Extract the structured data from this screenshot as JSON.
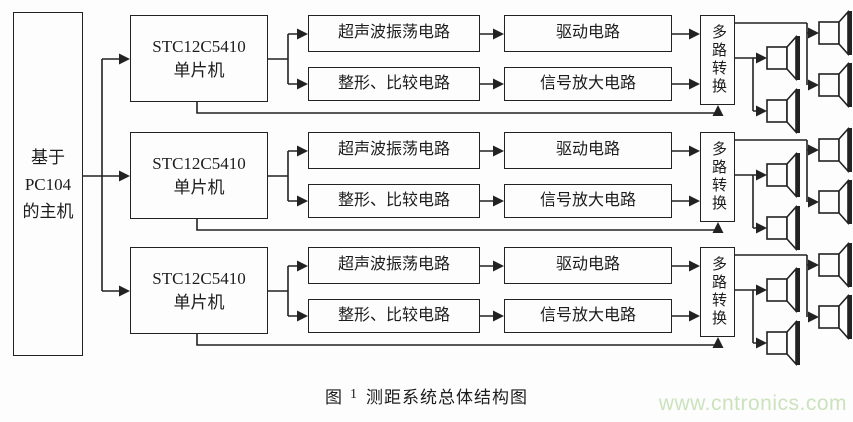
{
  "diagram": {
    "host": {
      "lines": [
        "基于",
        "PC104",
        "的主机"
      ]
    },
    "rows": [
      {
        "mcu_line1": "STC12C5410",
        "mcu_line2": "单片机",
        "oscillator": "超声波振荡电路",
        "shaping": "整形、比较电路",
        "driver": "驱动电路",
        "amplifier": "信号放大电路",
        "mux": "多路转换"
      },
      {
        "mcu_line1": "STC12C5410",
        "mcu_line2": "单片机",
        "oscillator": "超声波振荡电路",
        "shaping": "整形、比较电路",
        "driver": "驱动电路",
        "amplifier": "信号放大电路",
        "mux": "多路转换"
      },
      {
        "mcu_line1": "STC12C5410",
        "mcu_line2": "单片机",
        "oscillator": "超声波振荡电路",
        "shaping": "整形、比较电路",
        "driver": "驱动电路",
        "amplifier": "信号放大电路",
        "mux": "多路转换"
      }
    ],
    "icons": {
      "transducer": "ultrasonic-speaker-icon",
      "arrow": "solid-right-arrow"
    }
  },
  "caption": {
    "figure_label": "图",
    "figure_number": "1",
    "title": "测距系统总体结构图"
  },
  "watermark": {
    "text": "www.cntronics.com",
    "color": "#cbe3bd"
  },
  "colors": {
    "line": "#222222",
    "background": "#fdfdfd"
  }
}
